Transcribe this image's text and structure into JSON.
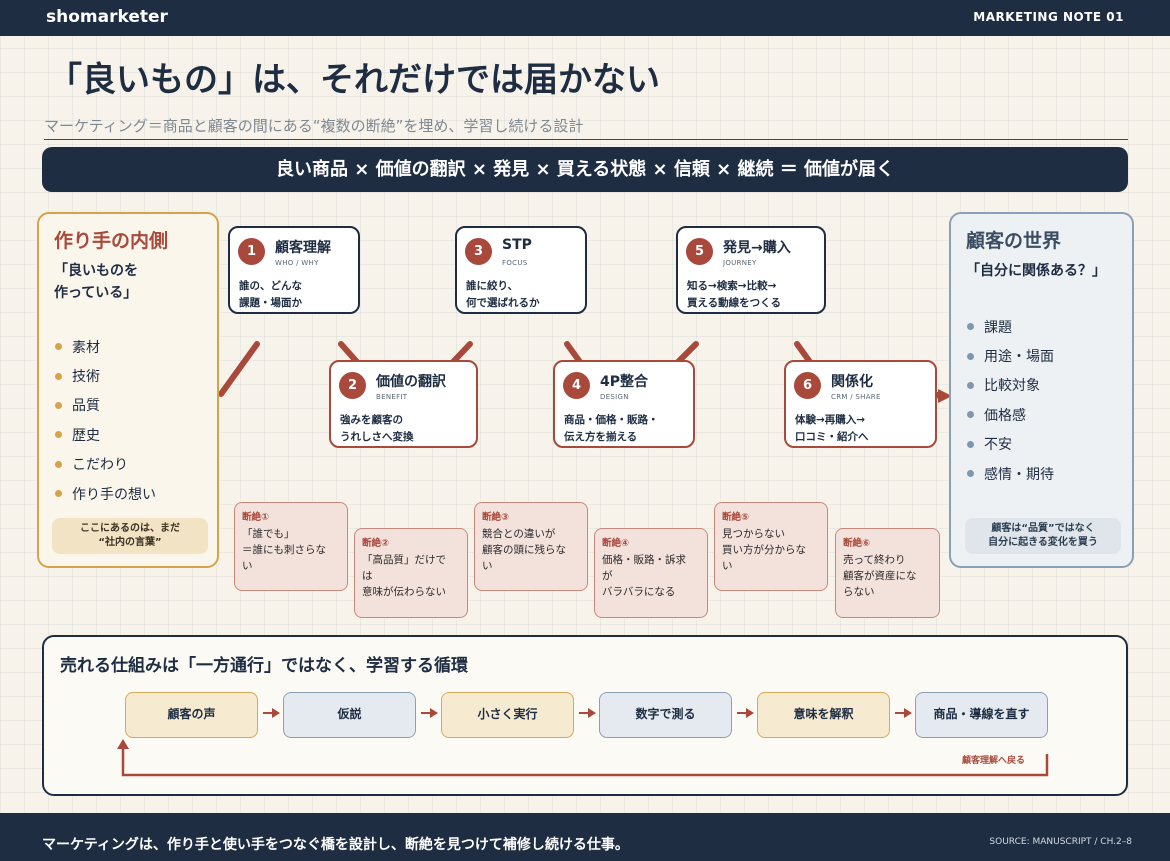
{
  "header": {
    "brand": "shomarketer",
    "note": "MARKETING NOTE 01"
  },
  "title": "「良いもの」は、それだけでは届かない",
  "subtitle": "マーケティング＝商品と顧客の間にある“複数の断絶”を埋め、学習し続ける設計",
  "formula": "良い商品 × 価値の翻訳 × 発見 × 買える状態 × 信頼 × 継続 ＝ 価値が届く",
  "maker": {
    "title": "作り手の内側",
    "quote": "「良いものを\n作っている」",
    "items": [
      "素材",
      "技術",
      "品質",
      "歴史",
      "こだわり",
      "作り手の想い"
    ],
    "note": "ここにあるのは、まだ\n“社内の言葉”"
  },
  "customer": {
    "title": "顧客の世界",
    "quote": "「自分に関係ある？」",
    "items": [
      "課題",
      "用途・場面",
      "比較対象",
      "価格感",
      "不安",
      "感情・期待"
    ],
    "note": "顧客は“品質”ではなく\n自分に起きる変化を買う"
  },
  "steps": [
    {
      "num": "1",
      "name": "顧客理解",
      "sub": "WHO / WHY",
      "desc": "誰の、どんな\n課題・場面か"
    },
    {
      "num": "2",
      "name": "価値の翻訳",
      "sub": "BENEFIT",
      "desc": "強みを顧客の\nうれしさへ変換"
    },
    {
      "num": "3",
      "name": "STP",
      "sub": "FOCUS",
      "desc": "誰に絞り、\n何で選ばれるか"
    },
    {
      "num": "4",
      "name": "4P整合",
      "sub": "DESIGN",
      "desc": "商品・価格・販路・\n伝え方を揃える"
    },
    {
      "num": "5",
      "name": "発見→購入",
      "sub": "JOURNEY",
      "desc": "知る→検索→比較→\n買える動線をつくる"
    },
    {
      "num": "6",
      "name": "関係化",
      "sub": "CRM / SHARE",
      "desc": "体験→再購入→\n口コミ・紹介へ"
    }
  ],
  "gaps": [
    {
      "tag": "断絶①",
      "text": "「誰でも」\n＝誰にも刺さらな\nい"
    },
    {
      "tag": "断絶②",
      "text": "「高品質」だけで\nは\n意味が伝わらない"
    },
    {
      "tag": "断絶③",
      "text": "競合との違いが\n顧客の頭に残らな\nい"
    },
    {
      "tag": "断絶④",
      "text": "価格・販路・訴求\nが\nバラバラになる"
    },
    {
      "tag": "断絶⑤",
      "text": "見つからない\n買い方が分からな\nい"
    },
    {
      "tag": "断絶⑥",
      "text": "売って終わり\n顧客が資産にな\nらない"
    }
  ],
  "cycle": {
    "title": "売れる仕組みは「一方通行」ではなく、学習する循環",
    "steps": [
      "顧客の声",
      "仮説",
      "小さく実行",
      "数字で測る",
      "意味を解釈",
      "商品・導線を直す"
    ],
    "loop_label": "顧客理解へ戻る"
  },
  "footer": {
    "text": "マーケティングは、作り手と使い手をつなぐ橋を設計し、断絶を見つけて補修し続ける仕事。",
    "source": "SOURCE: MANUSCRIPT / CH.2–8"
  },
  "colors": {
    "navy": "#1e2d42",
    "rust": "#a8493b",
    "gold": "#d8a24a",
    "slate": "#8aa0b5",
    "cream": "#f7f3ea"
  }
}
